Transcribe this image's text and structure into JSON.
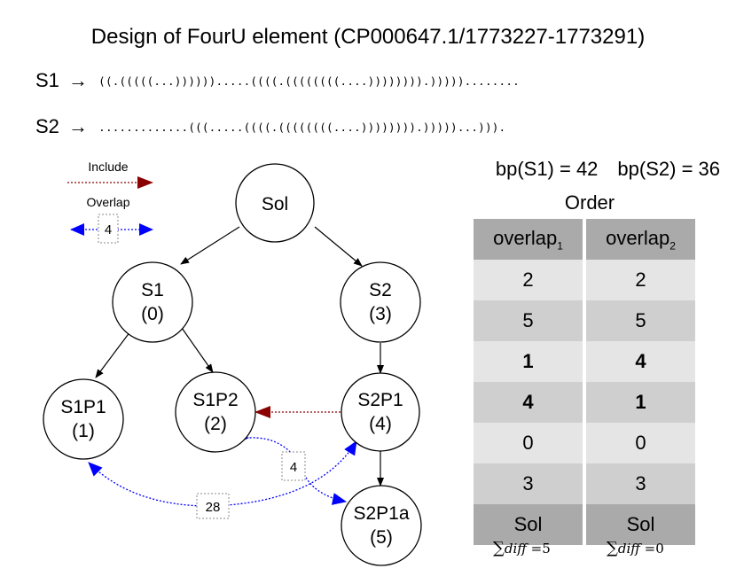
{
  "title": "Design of FourU element (CP000647.1/1773227-1773291)",
  "structures": {
    "s1": {
      "label": "S1",
      "arrow": "→",
      "dot_bracket": "((.(((((...)))))).....((((.((((((((....)))))))).)))))........"
    },
    "s2": {
      "label": "S2",
      "arrow": "→",
      "dot_bracket": ".............(((.....((((.((((((((....)))))))).)))))...)))."
    }
  },
  "bp": {
    "s1": "bp(S1) = 42",
    "s2": "bp(S2) = 36"
  },
  "legend": {
    "include_label": "Include",
    "overlap_label": "Overlap",
    "overlap_example_value": "4",
    "include_color": "#8b0000",
    "overlap_color": "#0000ff"
  },
  "tree": {
    "nodes": [
      {
        "id": "sol",
        "lines": [
          "Sol"
        ]
      },
      {
        "id": "s1",
        "lines": [
          "S1",
          "(0)"
        ]
      },
      {
        "id": "s2",
        "lines": [
          "S2",
          "(3)"
        ]
      },
      {
        "id": "s1p1",
        "lines": [
          "S1P1",
          "(1)"
        ]
      },
      {
        "id": "s1p2",
        "lines": [
          "S1P2",
          "(2)"
        ]
      },
      {
        "id": "s2p1",
        "lines": [
          "S2P1",
          "(4)"
        ]
      },
      {
        "id": "s2p1a",
        "lines": [
          "S2P1a",
          "(5)"
        ]
      }
    ],
    "overlap_values": {
      "s2p1a_s1p2": "4",
      "s1p1_s2p1": "28"
    }
  },
  "order": {
    "title": "Order",
    "headers": [
      {
        "base": "overlap",
        "sub": "1"
      },
      {
        "base": "overlap",
        "sub": "2"
      }
    ],
    "rows": [
      [
        "2",
        "2"
      ],
      [
        "5",
        "5"
      ],
      [
        "1",
        "4"
      ],
      [
        "4",
        "1"
      ],
      [
        "0",
        "0"
      ],
      [
        "3",
        "3"
      ],
      [
        "Sol",
        "Sol"
      ]
    ],
    "bold_rows": [
      2,
      3
    ]
  },
  "sums": [
    {
      "symbol": "∑",
      "var": "diff",
      "eq": " =5"
    },
    {
      "symbol": "∑",
      "var": "diff",
      "eq": " =0"
    }
  ]
}
